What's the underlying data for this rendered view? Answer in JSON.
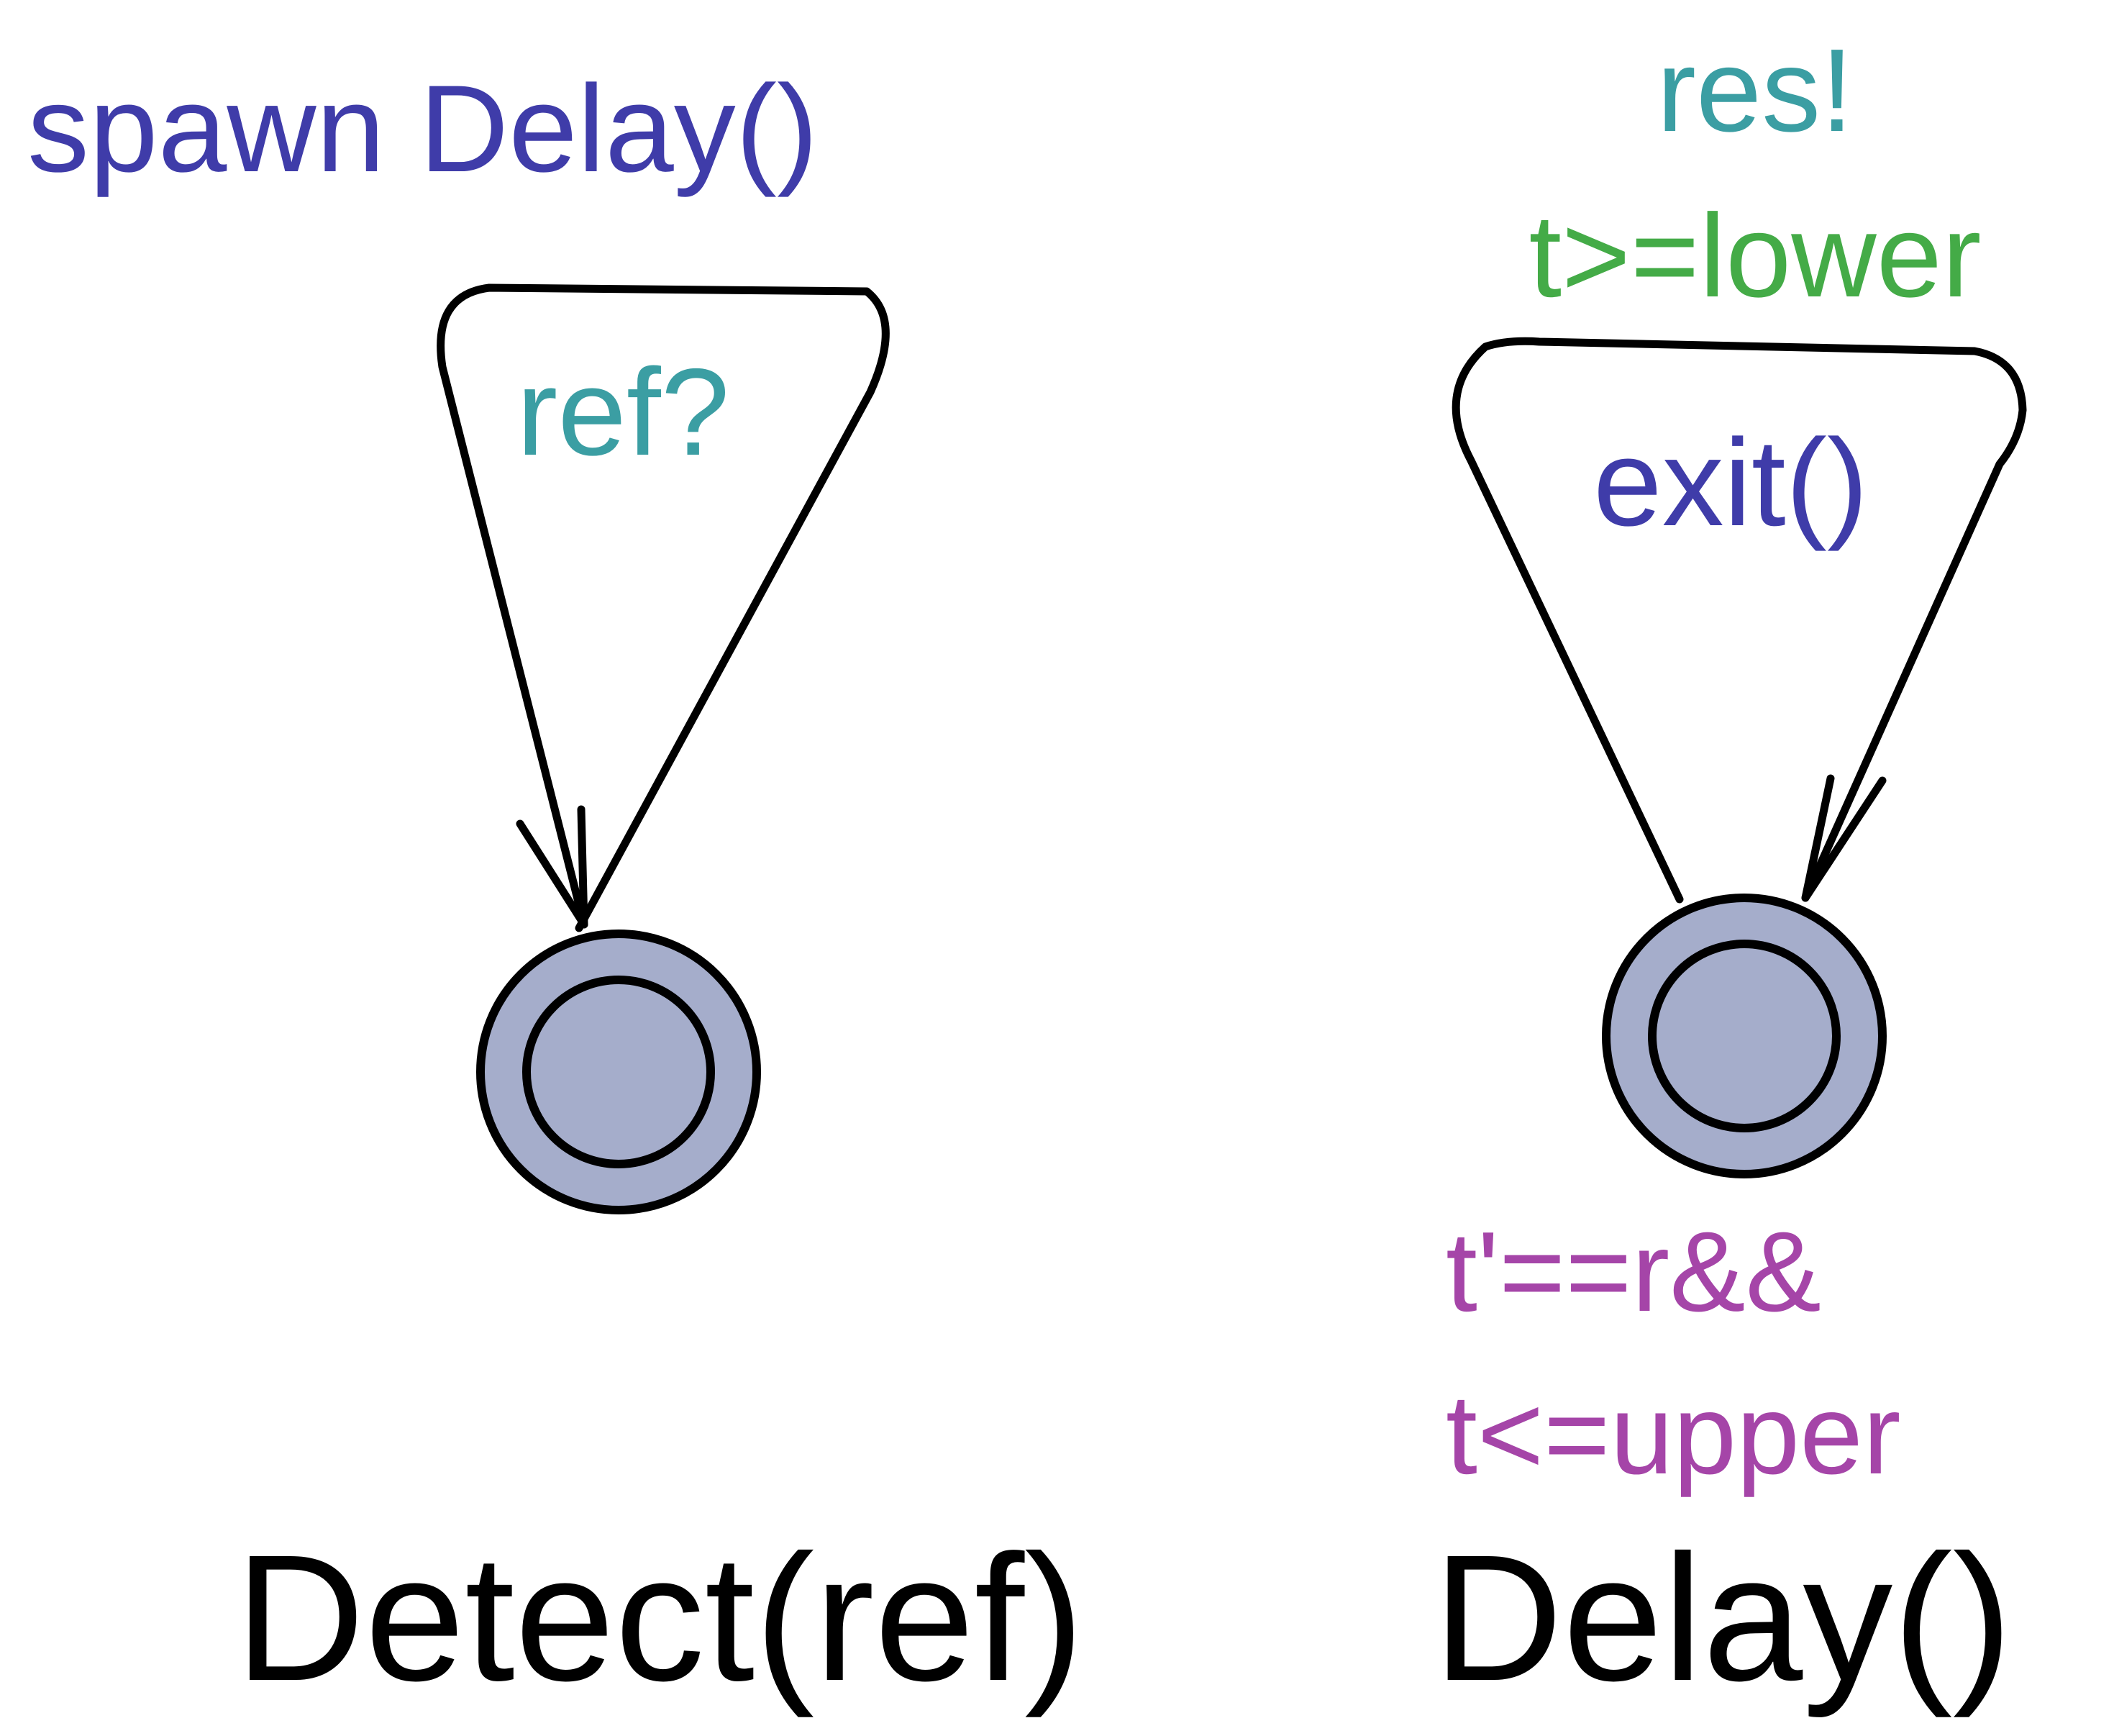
{
  "colors": {
    "background": "#ffffff",
    "edge": "#000000",
    "location_fill": "#a5adcb",
    "location_stroke": "#000000",
    "update": "#3f3ca9",
    "sync": "#3b9ea3",
    "guard": "#44ab47",
    "invariant": "#a545a8",
    "caption": "#000000"
  },
  "detect": {
    "caption": "Detect(ref)",
    "update_label": "spawn Delay()",
    "sync_label": "ref?",
    "location": {
      "shape": "double-circle",
      "icon": "committed-location"
    }
  },
  "delay": {
    "caption": "Delay()",
    "sync_label": "res!",
    "guard_label": "t>=lower",
    "update_label": "exit()",
    "invariant_line1": "t'==r&&",
    "invariant_line2": "t<=upper",
    "location": {
      "shape": "double-circle",
      "icon": "committed-location"
    }
  }
}
